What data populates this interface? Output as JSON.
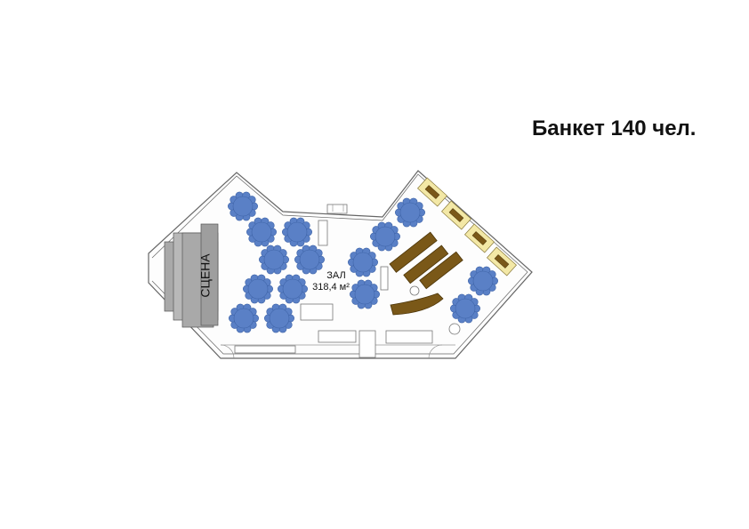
{
  "header": {
    "title": "Банкет 140 чел."
  },
  "floor_plan": {
    "stage_label": "СЦЕНА",
    "hall_label": "ЗАЛ",
    "hall_area": "318,4 м²"
  },
  "colors": {
    "round_table": "#5a80c6",
    "round_table_stroke": "#3f64a8",
    "stage": "#a9a9a9",
    "bar_counter": "#7a5818",
    "lounge_seat": "#f3e8a6",
    "wall": "#666666"
  }
}
